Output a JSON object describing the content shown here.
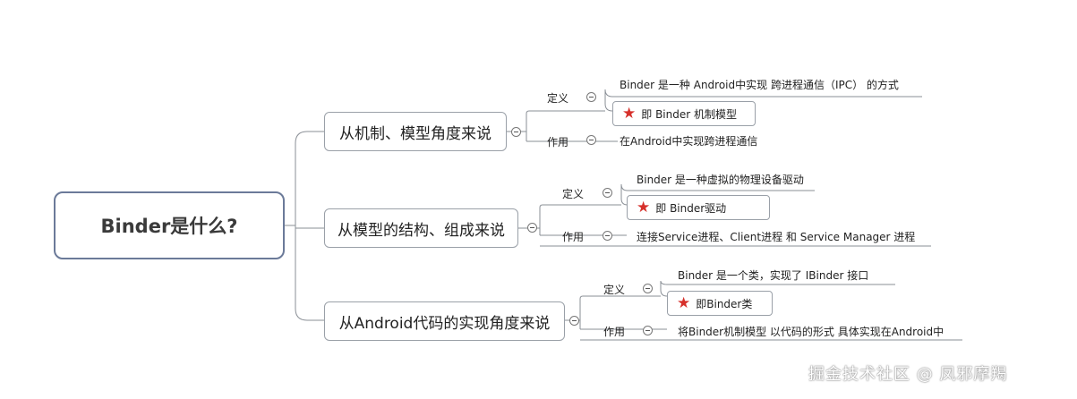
{
  "root": {
    "label": "Binder是什么?"
  },
  "branches": [
    {
      "title": "从机制、模型角度来说",
      "definition_label": "定义",
      "definition_text": "Binder 是一种 Android中实现 跨进程通信（IPC） 的方式",
      "starred_text": "即 Binder 机制模型",
      "usage_label": "作用",
      "usage_text": "在Android中实现跨进程通信"
    },
    {
      "title": "从模型的结构、组成来说",
      "definition_label": "定义",
      "definition_text": "Binder 是一种虚拟的物理设备驱动",
      "starred_text": "即 Binder驱动",
      "usage_label": "作用",
      "usage_text": "连接Service进程、Client进程 和 Service Manager 进程"
    },
    {
      "title": "从Android代码的实现角度来说",
      "definition_label": "定义",
      "definition_text": "Binder 是一个类，实现了 IBinder 接口",
      "starred_text": "即Binder类",
      "usage_label": "作用",
      "usage_text": "将Binder机制模型 以代码的形式 具体实现在Android中"
    }
  ],
  "icons": {
    "star": "star-icon",
    "toggle": "collapse-toggle-icon"
  },
  "colors": {
    "star": "#d6302b",
    "node_border": "#6b7a99"
  },
  "watermark": "掘金技术社区 @ 凤邪摩羯"
}
